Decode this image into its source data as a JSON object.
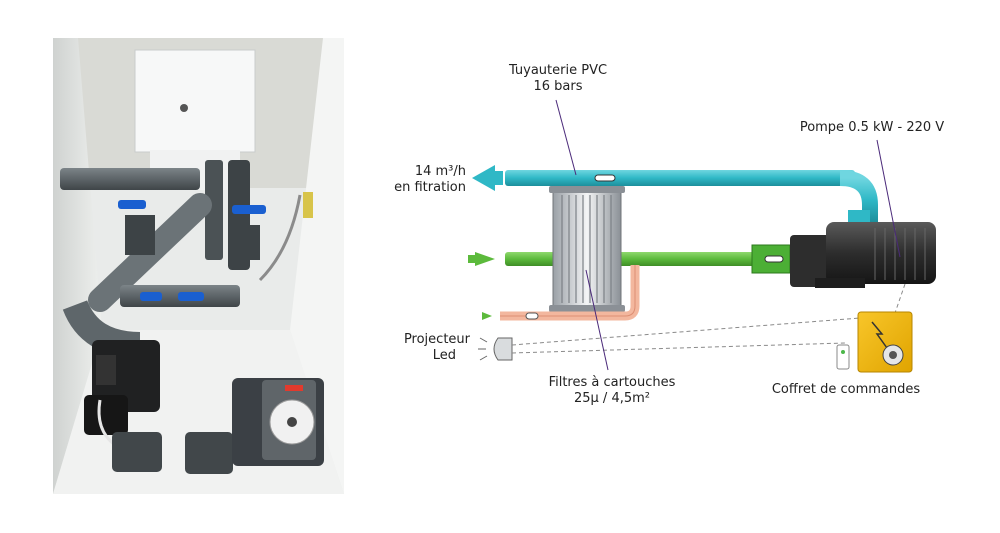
{
  "photo": {
    "description_name": "filtration-block-photo",
    "timer_unit": "timer-control-box"
  },
  "diagram": {
    "pipe_label": {
      "line1": "Tuyauterie PVC",
      "line2": "16 bars"
    },
    "flow_label": {
      "line1": "14 m³/h",
      "line2": "en fitration"
    },
    "pump_label": "Pompe 0.5 kW - 220 V",
    "projector_label": {
      "line1": "Projecteur",
      "line2": "Led"
    },
    "filter_label": {
      "line1": "Filtres à cartouches",
      "line2": "25µ / 4,5m²"
    },
    "control_box_label": "Coffret de commandes"
  },
  "colors": {
    "pipe_cyan": "#2fb8c6",
    "pipe_green": "#5cba3c",
    "pipe_salmon": "#f3b79e",
    "control_box": "#f2b705",
    "leader_line": "#4b2a7a"
  }
}
